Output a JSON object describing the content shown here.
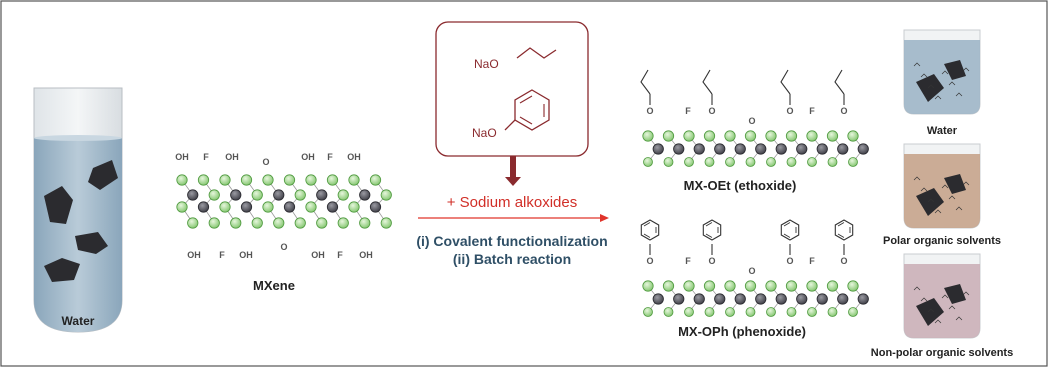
{
  "labels": {
    "water_left": "Water",
    "mxene": "MXene",
    "reagent_top": "NaO",
    "reagent_bottom": "NaO",
    "arrow_reagent": "+ Sodium alkoxides",
    "step1": "(i) Covalent functionalization",
    "step2": "(ii) Batch reaction",
    "ethoxide": "MX-OEt (ethoxide)",
    "phenoxide": "MX-OPh (phenoxide)",
    "water_right": "Water",
    "polar": "Polar organic solvents",
    "nonpolar": "Non-polar organic solvents"
  },
  "mxene_top_groups": [
    "OH",
    "F",
    "OH",
    "O",
    "OH",
    "F",
    "OH"
  ],
  "mxene_bottom_groups": [
    "OH",
    "F",
    "OH",
    "O",
    "OH",
    "F",
    "OH"
  ],
  "oet_groups": [
    "O",
    "F",
    "O",
    "O",
    "O",
    "F",
    "O"
  ],
  "oph_groups": [
    "O",
    "F",
    "O",
    "O",
    "O",
    "F",
    "O"
  ],
  "colors": {
    "outer_atom": "#8fce7a",
    "metal_atom": "#4a4a52",
    "reagent_box": "#8a2a2e",
    "arrow_red": "#e0342b",
    "step_text": "#2f4f66",
    "water": "#9eb6c8",
    "polar": "#c7a48c",
    "nonpolar": "#cbb0b8"
  }
}
